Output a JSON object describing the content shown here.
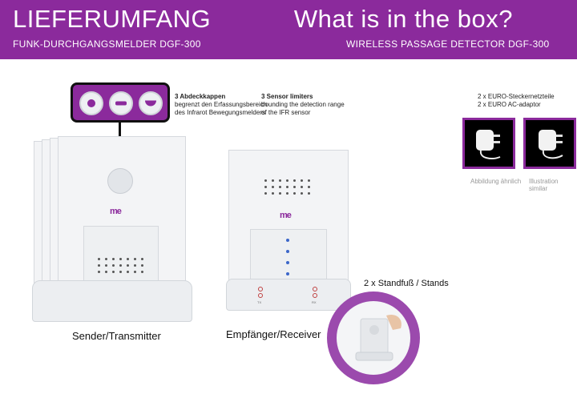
{
  "header": {
    "title_de": "LIEFERUMFANG",
    "subtitle_de": "FUNK-DURCHGANGSMELDER  DGF-300",
    "title_en": "What is in the box?",
    "subtitle_en": "WIRELESS PASSAGE DETECTOR  DGF-300"
  },
  "caps_note": {
    "heading_de": "3 Abdeckkappen",
    "line1_de": "begrenzt den Erfassungsbereich",
    "line2_de": "des Infrarot Bewegungsmelders",
    "heading_en": "3 Sensor limiters",
    "line1_en": "bounding the detection range",
    "line2_en": "of the IFR sensor"
  },
  "adaptors": {
    "line_de": "2 x EURO-Steckernetzteile",
    "line_en": "2 x EURO AC-adaptor",
    "caption_de": "Abbildung ähnlich",
    "caption_en": "Illustration similar"
  },
  "devices": {
    "transmitter_label": "Sender/Transmitter",
    "receiver_label": "Empfänger/Receiver",
    "logo": "me",
    "rx_mark_left": "TX",
    "rx_mark_right": "RX"
  },
  "stands": {
    "label": "2 x Standfuß / Stands"
  },
  "colors": {
    "brand_purple": "#8b2a9c",
    "led_blue": "#3b66c9"
  }
}
